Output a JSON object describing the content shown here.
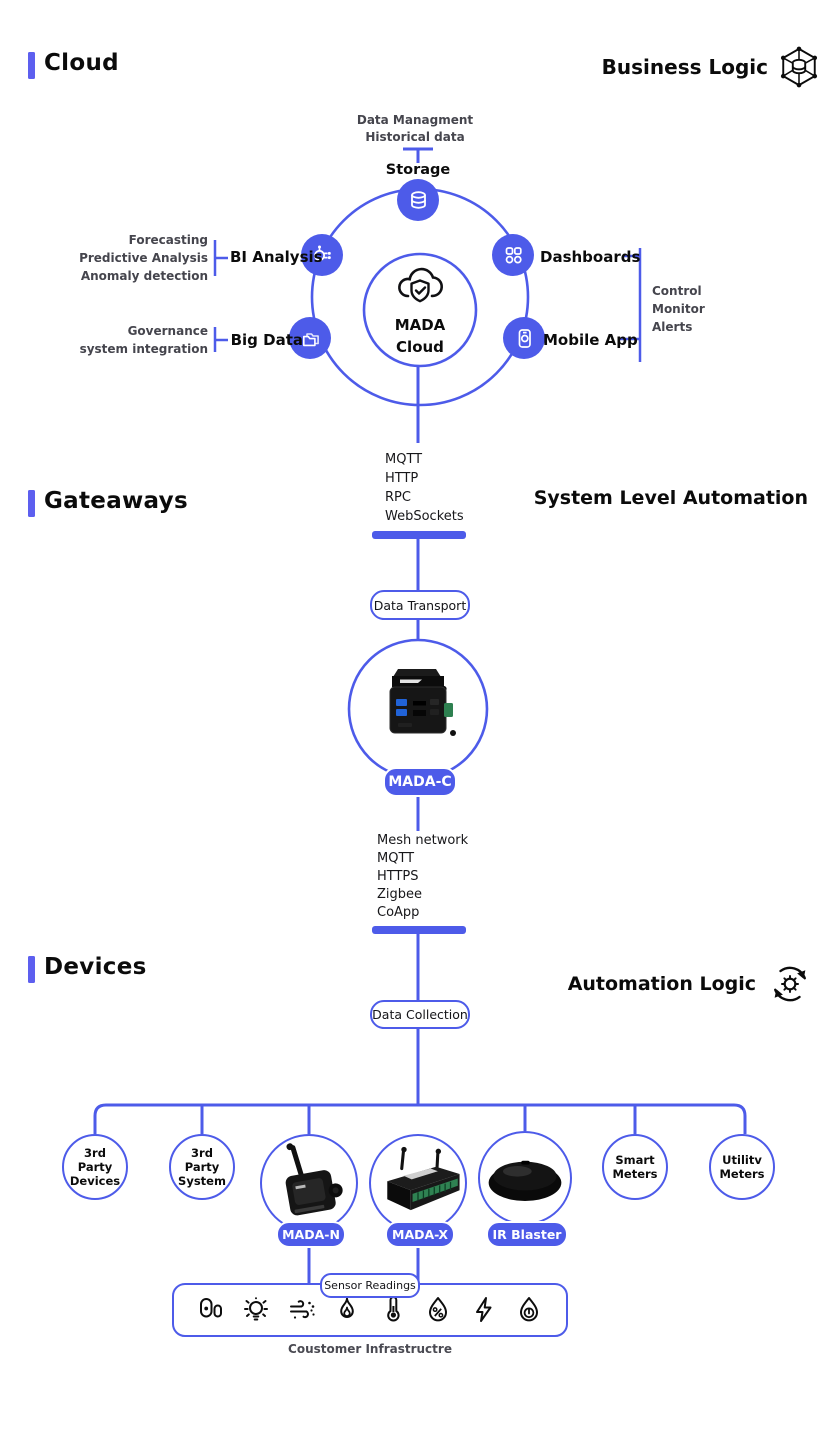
{
  "colors": {
    "primary": "#4D5BE9",
    "accent_bar": "#5D5FEF",
    "ink": "#0b0b0b",
    "muted_gray": "#45454d",
    "chip_text": "#ffffff",
    "background": "#ffffff"
  },
  "cloud_section": {
    "title": "Cloud",
    "corner_label": "Business Logic",
    "top_note": [
      "Data Managment",
      "Historical data"
    ],
    "storage_label": "Storage",
    "hub": {
      "line1": "MADA",
      "line2": "Cloud"
    },
    "nodes": {
      "bi_analysis": "BI Analysis",
      "big_data": "Big Data",
      "dashboards": "Dashboards",
      "mobile_app": "Mobile App"
    },
    "bi_notes": [
      "Forecasting",
      "Predictive Analysis",
      "Anomaly detection"
    ],
    "big_data_notes": [
      "Governance",
      "system integration"
    ],
    "right_notes": [
      "Control",
      "Monitor",
      "Alerts"
    ]
  },
  "gateway_section": {
    "title": "Gateaways",
    "corner_label": "System Level Automation",
    "cloud_protocols": [
      "MQTT",
      "HTTP",
      "RPC",
      "WebSockets"
    ],
    "transport_pill": "Data Transport",
    "gateway_chip": "MADA-C",
    "device_protocols": [
      "Mesh network",
      "MQTT",
      "HTTPS",
      "Zigbee",
      "CoApp"
    ],
    "collection_pill": "Data Collection"
  },
  "devices_section": {
    "title": "Devices",
    "corner_label": "Automation Logic",
    "circle_labels": {
      "third_party_devices": [
        "3rd",
        "Party",
        "Devices"
      ],
      "third_party_system": [
        "3rd",
        "Party",
        "System"
      ],
      "smart_meters": [
        "Smart",
        "Meters"
      ],
      "utility_meters": [
        "Utilitv",
        "Meters"
      ]
    },
    "device_chips": {
      "mada_n": "MADA-N",
      "mada_x": "MADA-X",
      "ir_blaster": "IR Blaster"
    },
    "sensor_pill": "Sensor Readings",
    "sensor_icons": [
      "door-sensor",
      "light-bulb",
      "air-quality",
      "flame",
      "thermometer",
      "humidity",
      "energy-bolt",
      "water-pressure"
    ],
    "caption": "Coustomer Infrastructre"
  }
}
